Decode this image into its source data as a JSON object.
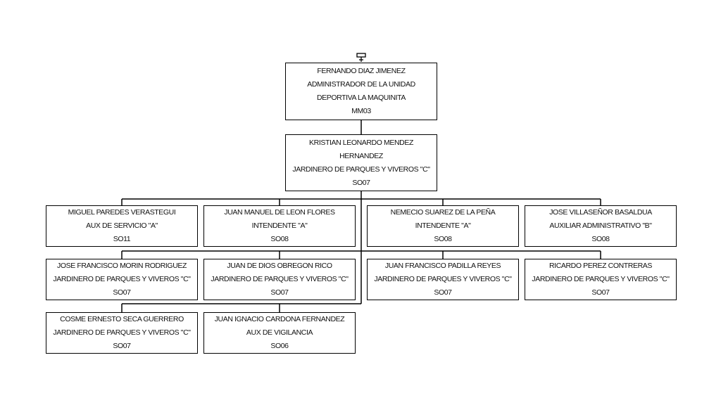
{
  "org": {
    "top_icon": "org-chart-connector-icon",
    "head": {
      "lines": [
        "FERNANDO DIAZ JIMENEZ",
        "ADMINISTRADOR DE LA UNIDAD",
        "DEPORTIVA LA MAQUINITA",
        "MM03"
      ]
    },
    "second": {
      "lines": [
        "KRISTIAN LEONARDO MENDEZ",
        "HERNANDEZ",
        "JARDINERO DE PARQUES Y VIVEROS \"C\"",
        "SO07"
      ]
    },
    "staff": [
      {
        "lines": [
          "MIGUEL PAREDES VERASTEGUI",
          "AUX DE SERVICIO \"A\"",
          "SO11"
        ]
      },
      {
        "lines": [
          "JUAN MANUEL DE LEON FLORES",
          "INTENDENTE \"A\"",
          "SO08"
        ]
      },
      {
        "lines": [
          "NEMECIO SUAREZ DE LA PEÑA",
          "INTENDENTE \"A\"",
          "SO08"
        ]
      },
      {
        "lines": [
          "JOSE VILLASEÑOR BASALDUA",
          "AUXILIAR ADMINISTRATIVO \"B\"",
          "SO08"
        ]
      },
      {
        "lines": [
          "JOSE FRANCISCO MORIN RODRIGUEZ",
          "JARDINERO DE PARQUES Y VIVEROS \"C\"",
          "SO07"
        ]
      },
      {
        "lines": [
          "JUAN DE DIOS OBREGON RICO",
          "JARDINERO DE PARQUES Y VIVEROS \"C\"",
          "SO07"
        ]
      },
      {
        "lines": [
          "JUAN FRANCISCO PADILLA REYES",
          "JARDINERO DE PARQUES Y VIVEROS \"C\"",
          "SO07"
        ]
      },
      {
        "lines": [
          "RICARDO PEREZ CONTRERAS",
          "JARDINERO DE PARQUES Y VIVEROS \"C\"",
          "SO07"
        ]
      },
      {
        "lines": [
          "COSME ERNESTO SECA GUERRERO",
          "JARDINERO DE PARQUES Y VIVEROS \"C\"",
          "SO07"
        ]
      },
      {
        "lines": [
          "JUAN IGNACIO CARDONA FERNANDEZ",
          "AUX DE VIGILANCIA",
          "SO06"
        ]
      }
    ]
  }
}
